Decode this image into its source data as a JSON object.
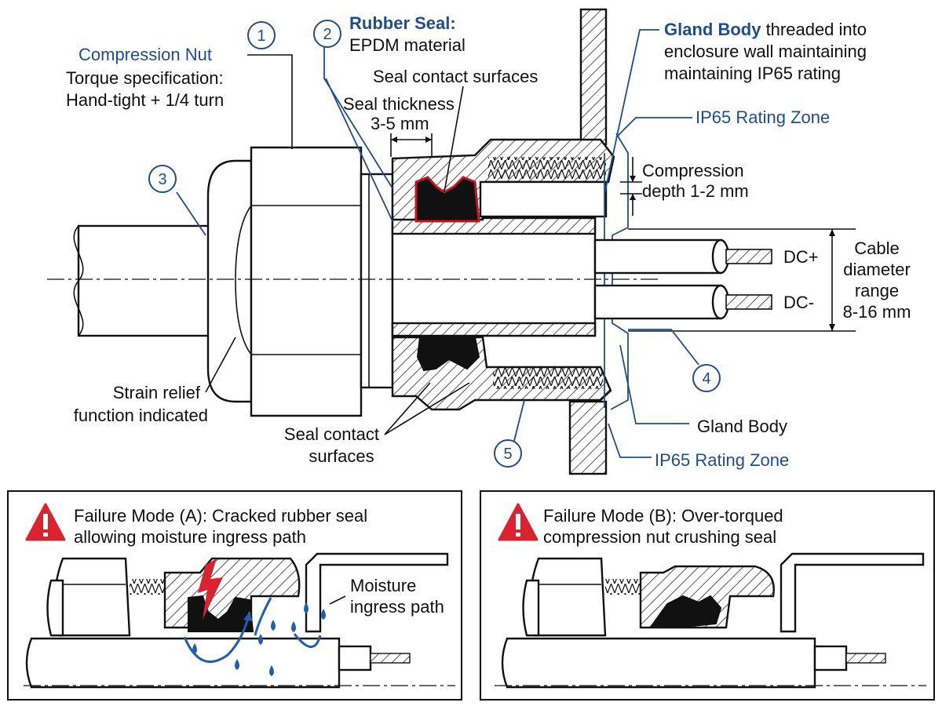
{
  "callouts": {
    "compression_nut": {
      "number": "1",
      "title": "Compression Nut",
      "line1": "Torque specification:",
      "line2": "Hand-tight + 1/4 turn"
    },
    "rubber_seal": {
      "number": "2",
      "title": "Rubber Seal:",
      "line1": "EPDM material"
    },
    "cable_number": "3",
    "gland_body_number_4": "4",
    "gland_body_number_5": "5",
    "seal_contact_top": "Seal contact surfaces",
    "seal_thickness_1": "Seal thickness",
    "seal_thickness_2": "3-5 mm",
    "gland_body_top": {
      "title": "Gland Body",
      "line1_rest": " threaded into",
      "line2": "enclosure wall maintaining",
      "line3": "maintaining IP65 rating"
    },
    "ip65_top": "IP65 Rating Zone",
    "ip65_bottom": "IP65 Rating Zone",
    "compression_depth_1": "Compression",
    "compression_depth_2": "depth 1-2 mm",
    "dc_plus": "DC+",
    "dc_minus": "DC-",
    "cable_diameter": [
      "Cable",
      "diameter",
      "range",
      "8-16 mm"
    ],
    "strain_relief_1": "Strain relief",
    "strain_relief_2": "function indicated",
    "seal_contact_bottom_1": "Seal contact",
    "seal_contact_bottom_2": "surfaces",
    "gland_body_bottom": "Gland Body"
  },
  "failure_a": {
    "line1": "Failure Mode (A): Cracked rubber seal",
    "line2": "allowing moisture ingress path",
    "moisture_1": "Moisture",
    "moisture_2": "ingress path"
  },
  "failure_b": {
    "line1": "Failure Mode (B): Over-torqued",
    "line2": "compression nut crushing seal"
  },
  "colors": {
    "accent_blue": "#1f4e8c",
    "warning_red": "#d9232e",
    "seal_outline": "#c4161c",
    "water_blue": "#1f5fae"
  }
}
